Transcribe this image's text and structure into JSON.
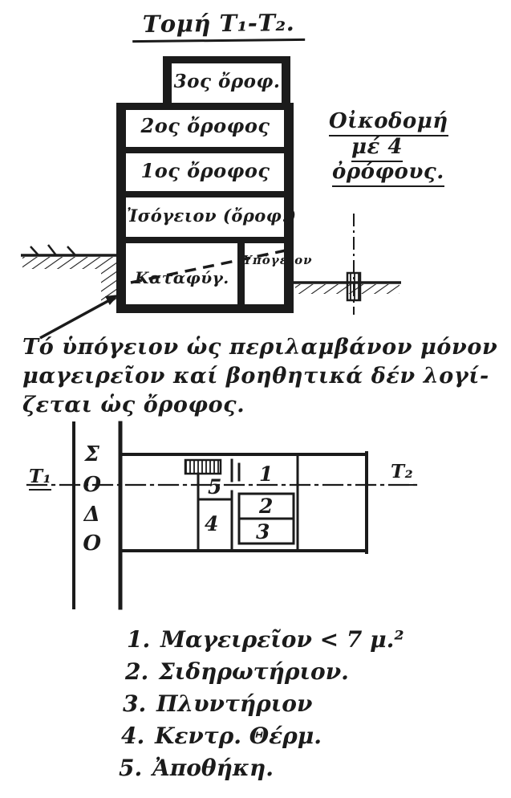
{
  "page": {
    "title": "Τομή Τ₁-Τ₂."
  },
  "section": {
    "floors": [
      "3ος ὄροφ.",
      "2ος ὄροφος",
      "1ος ὄροφος",
      "Ἰσόγειον (ὄροφ.)"
    ],
    "basement": {
      "left": "Καταφύγ.",
      "right": "Ὑπόγειον"
    },
    "side_note": {
      "lines": [
        "Οἰκοδομή",
        "μέ 4",
        "ὀρόφους."
      ]
    }
  },
  "note": {
    "lines": [
      "Τό ὑπόγειον ὡς περιλαμβάνον μόνον",
      "μαγειρεῖον καί βοηθητικά δέν λογί-",
      "ζεται ὡς ὄροφος."
    ]
  },
  "plan": {
    "street_word": "ΟΔΟΣ",
    "street_letters": [
      "Σ",
      "Ο",
      "Δ",
      "Ο"
    ],
    "t1": "Τ₁",
    "t2": "Τ₂",
    "room_numbers": [
      "1",
      "2",
      "3",
      "4",
      "5"
    ]
  },
  "legend": {
    "items": [
      {
        "num": "1.",
        "label": "Μαγειρεῖον < 7 μ.²"
      },
      {
        "num": "2.",
        "label": "Σιδηρωτήριον."
      },
      {
        "num": "3.",
        "label": "Πλυντήριον"
      },
      {
        "num": "4.",
        "label": "Κεντρ. Θέρμ."
      },
      {
        "num": "5.",
        "label": "Ἀποθήκη."
      }
    ]
  },
  "colors": {
    "ink": "#1b1b1b",
    "paper": "#ffffff"
  }
}
